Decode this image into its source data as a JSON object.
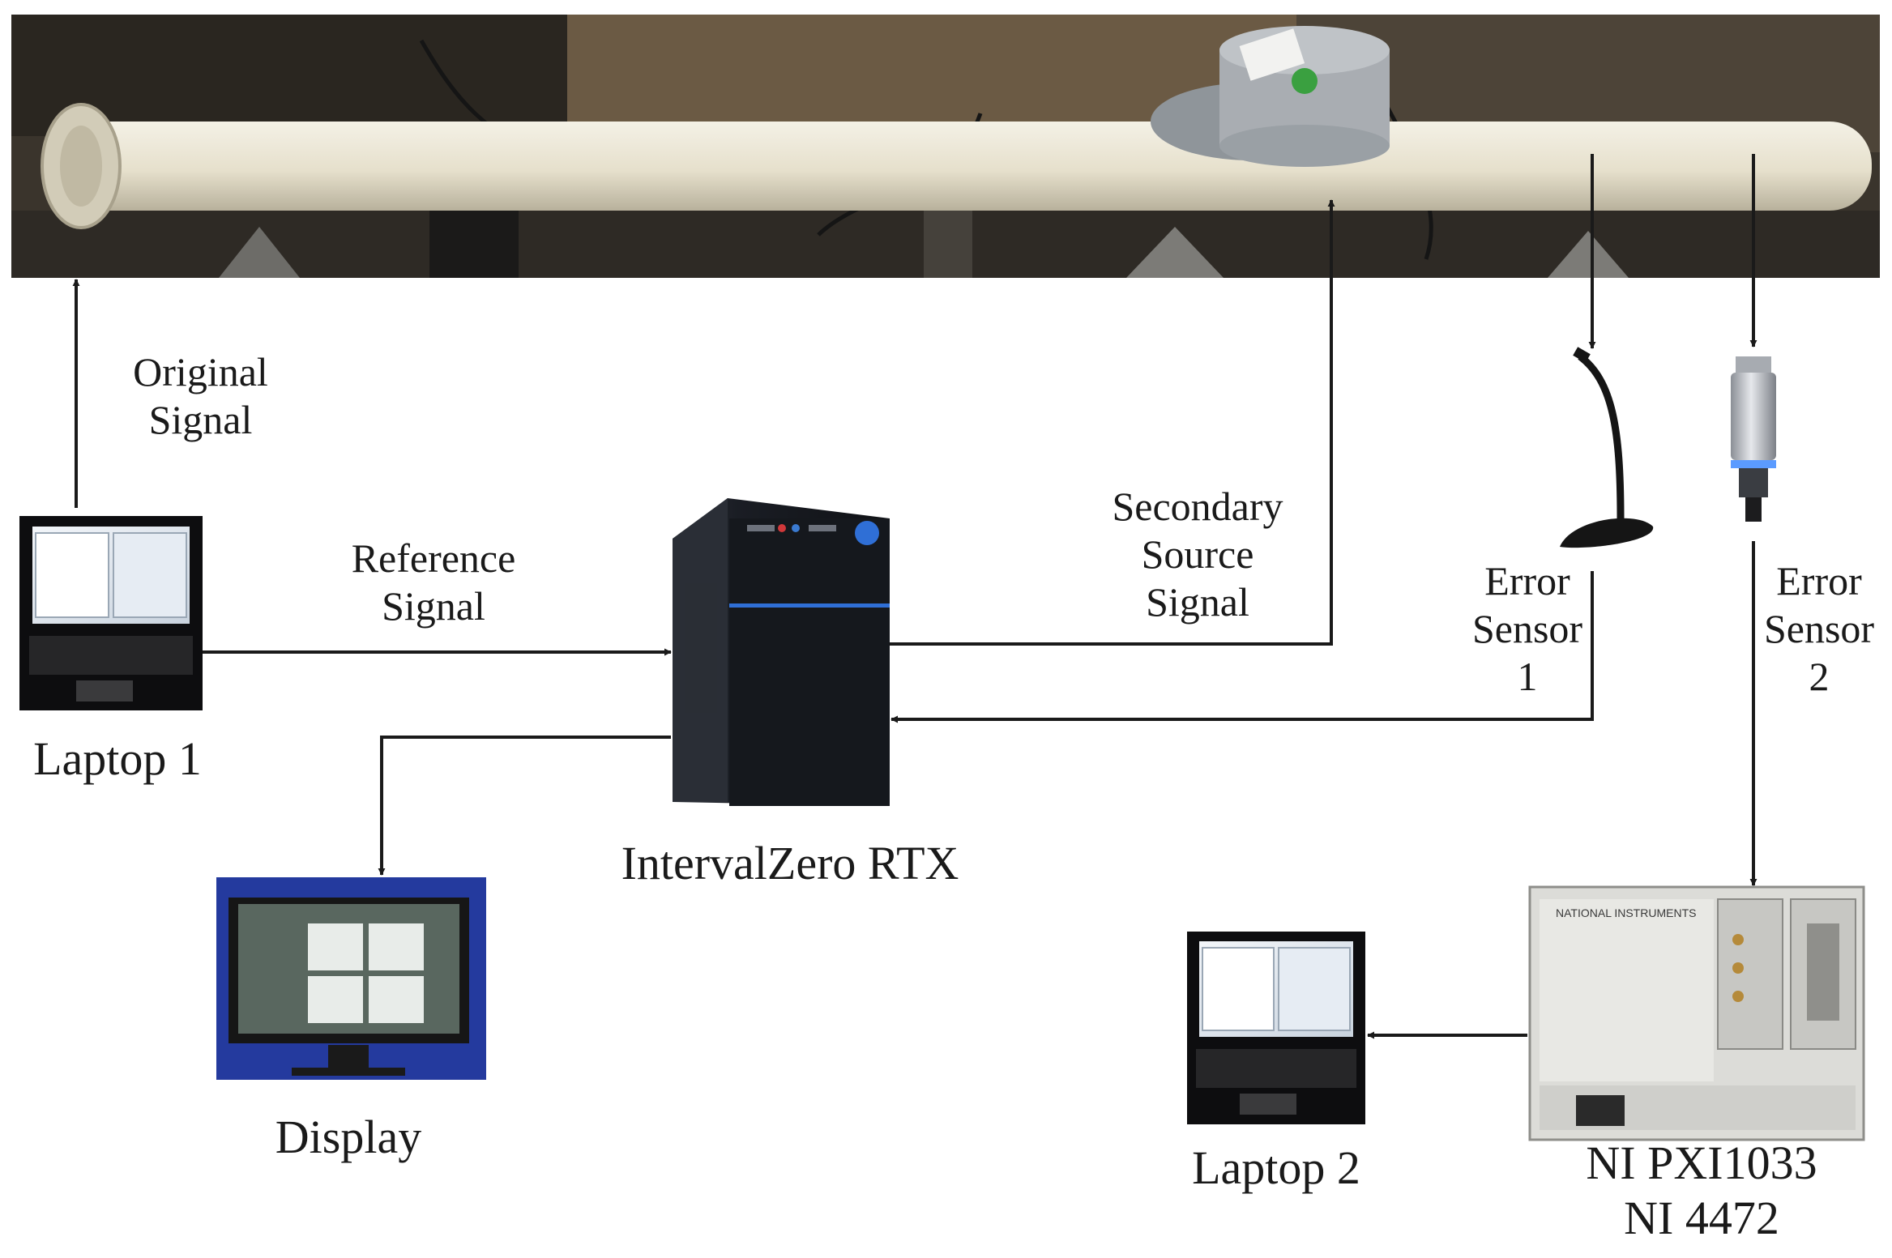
{
  "labels": {
    "original_signal": [
      "Original",
      "Signal"
    ],
    "reference_signal": [
      "Reference",
      "Signal"
    ],
    "secondary_source_signal": [
      "Secondary",
      "Source",
      "Signal"
    ],
    "error_sensor_1": [
      "Error",
      "Sensor",
      "1"
    ],
    "error_sensor_2": [
      "Error",
      "Sensor",
      "2"
    ],
    "laptop_1": "Laptop 1",
    "intervalzero": "IntervalZero RTX",
    "display": "Display",
    "laptop_2": "Laptop 2",
    "ni_device": [
      "NI PXI1033",
      "NI 4472"
    ]
  },
  "colors": {
    "line": "#1a1a1a",
    "pipe": "#e7e2d2",
    "photo_bg": "#3a342c",
    "tower": "#1c1f26",
    "tower_accent": "#2f6fd6",
    "screen_bg": "#243a9e",
    "ni_chassis": "#dcdcd8"
  }
}
